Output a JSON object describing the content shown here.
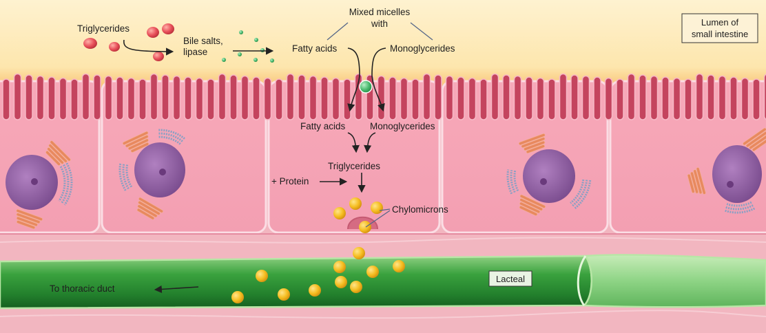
{
  "labels": {
    "lumen_line1": "Lumen of",
    "lumen_line2": "small intestine",
    "triglycerides_top": "Triglycerides",
    "bile_line1": "Bile salts,",
    "bile_line2": "lipase",
    "micelles_line1": "Mixed micelles",
    "micelles_line2": "with",
    "fatty_acids_top": "Fatty acids",
    "monoglycerides_top": "Monoglycerides",
    "fatty_acids_cell": "Fatty acids",
    "monoglycerides_cell": "Monoglycerides",
    "triglycerides_cell": "Triglycerides",
    "protein": "+ Protein",
    "chylomicrons": "Chylomicrons",
    "lacteal": "Lacteal",
    "thoracic": "To thoracic duct"
  },
  "colors": {
    "lumen": "#fde9b8",
    "microvilli": "#c4445e",
    "cell": "#f5a6b8",
    "nucleus": "#8d5fa0",
    "golgi": "#e8895f",
    "er": "#8aa0c4",
    "lacteal": "#2f9a3a",
    "chylomicron": "#f3b51f",
    "triglyceride_droplet": "#e8505a",
    "micelle": "#49b96e"
  }
}
